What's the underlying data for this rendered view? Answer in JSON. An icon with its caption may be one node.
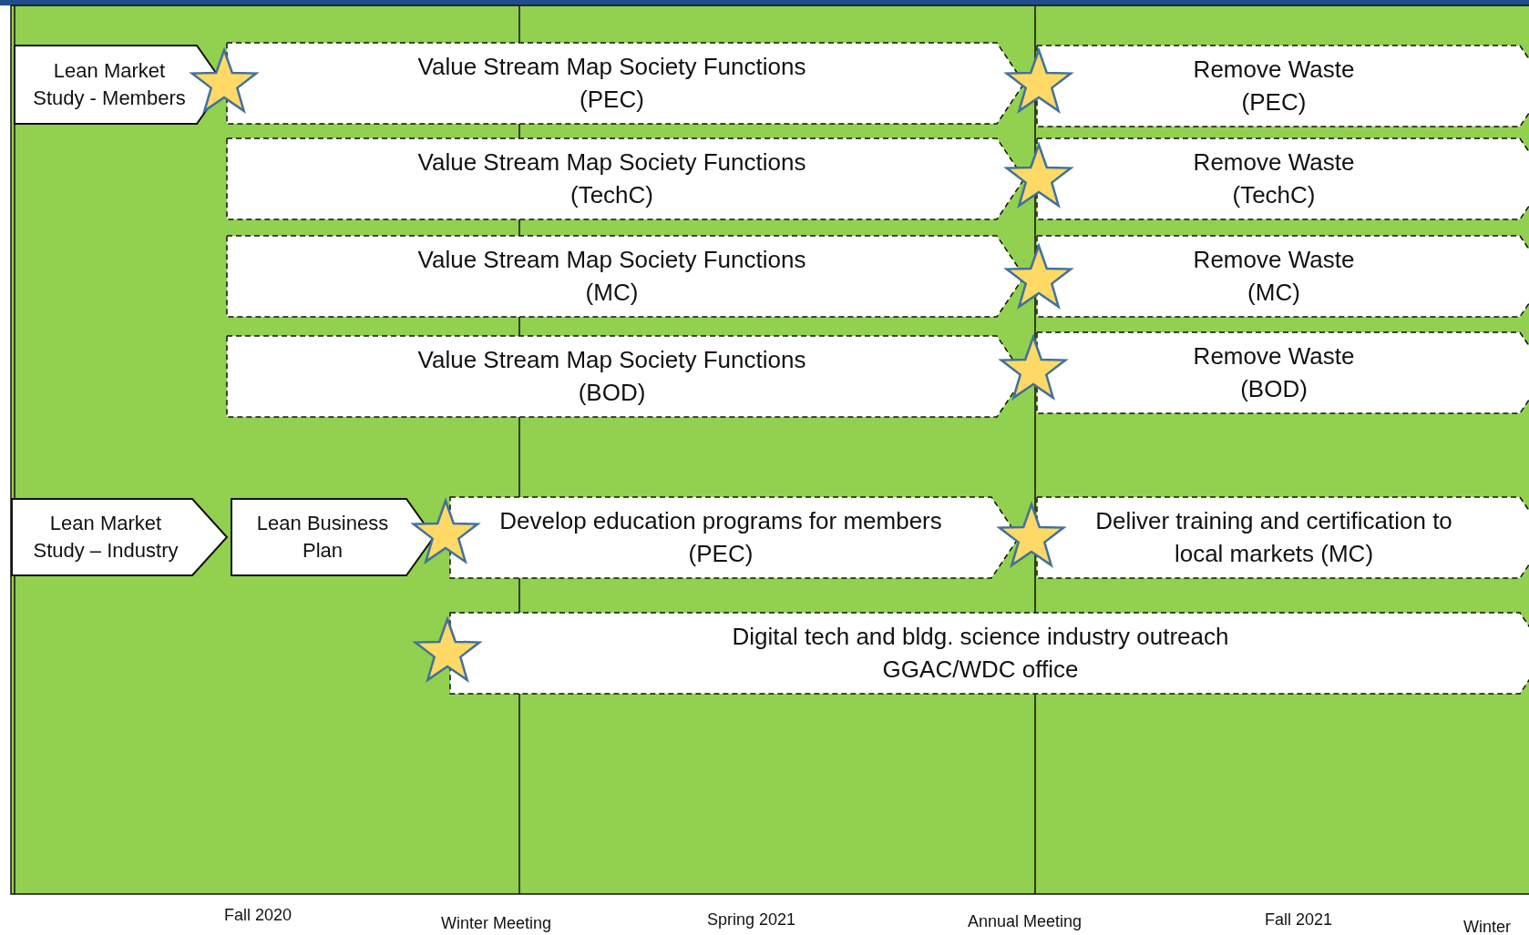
{
  "diagram": {
    "nodes": [
      {
        "text": [
          "Lean Market Study - Members"
        ]
      },
      {
        "text": [
          "Value Stream Map Society Functions",
          "(PEC)"
        ]
      },
      {
        "text": [
          "Remove Waste",
          "(PEC)"
        ]
      },
      {
        "text": [
          "Value Stream Map Society Functions",
          "(TechC)"
        ]
      },
      {
        "text": [
          "Remove Waste",
          "(TechC)"
        ]
      },
      {
        "text": [
          "Value Stream Map Society Functions",
          "(MC)"
        ]
      },
      {
        "text": [
          "Remove Waste",
          "(MC)"
        ]
      },
      {
        "text": [
          "Value Stream Map Society Functions",
          "(BOD)"
        ]
      },
      {
        "text": [
          "Remove Waste",
          "(BOD)"
        ]
      },
      {
        "text": [
          "Lean Market Study – Industry"
        ]
      },
      {
        "text": [
          "Lean Business Plan"
        ]
      },
      {
        "text": [
          "Develop education programs for members (PEC)"
        ]
      },
      {
        "text": [
          "Deliver training and certification to local markets (MC)"
        ]
      },
      {
        "text": [
          "Digital tech and bldg. science industry outreach",
          "GGAC/WDC office"
        ]
      },
      {
        "text": [],
        "shape": "star"
      },
      {
        "text": [],
        "shape": "star"
      },
      {
        "text": [],
        "shape": "star"
      },
      {
        "text": [],
        "shape": "star"
      },
      {
        "text": [],
        "shape": "star"
      },
      {
        "text": [],
        "shape": "star"
      },
      {
        "text": [],
        "shape": "star"
      },
      {
        "text": [],
        "shape": "star"
      }
    ],
    "labels": [
      "Fall 2020",
      "Winter Meeting",
      "Spring 2021",
      "Annual Meeting",
      "Fall 2021",
      "Winter"
    ]
  }
}
